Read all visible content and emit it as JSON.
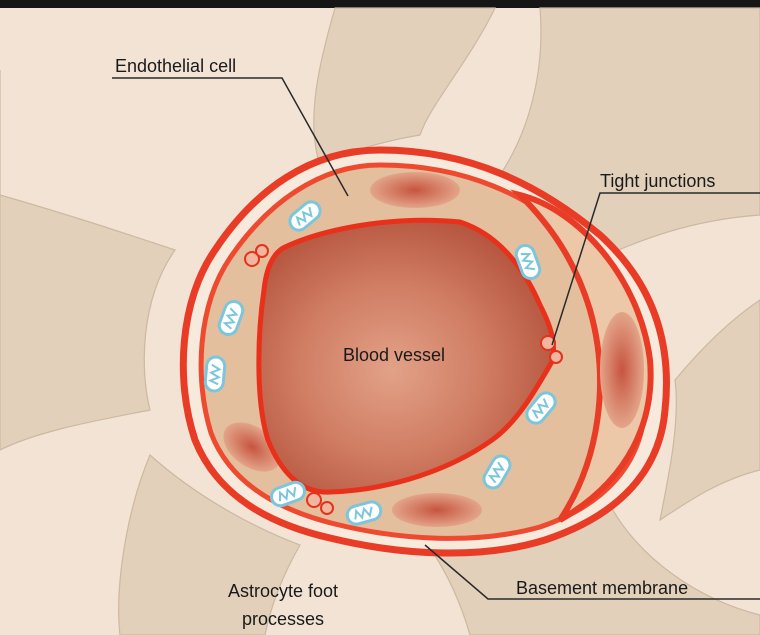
{
  "labels": {
    "endothelial_cell": "Endothelial cell",
    "tight_junctions": "Tight junctions",
    "blood_vessel": "Blood vessel",
    "astrocyte_line1": "Astrocyte foot",
    "astrocyte_line2": "processes",
    "basement_membrane": "Basement membrane"
  },
  "colors": {
    "background": "#f2e3d4",
    "astrocyte": "#e2d0bb",
    "endothelium": "#e3bf9e",
    "membrane": "#e83c26",
    "lumen_center": "#c56a50",
    "mitochondria": "#9fd8e8",
    "nucleus": "#cf6a54"
  }
}
